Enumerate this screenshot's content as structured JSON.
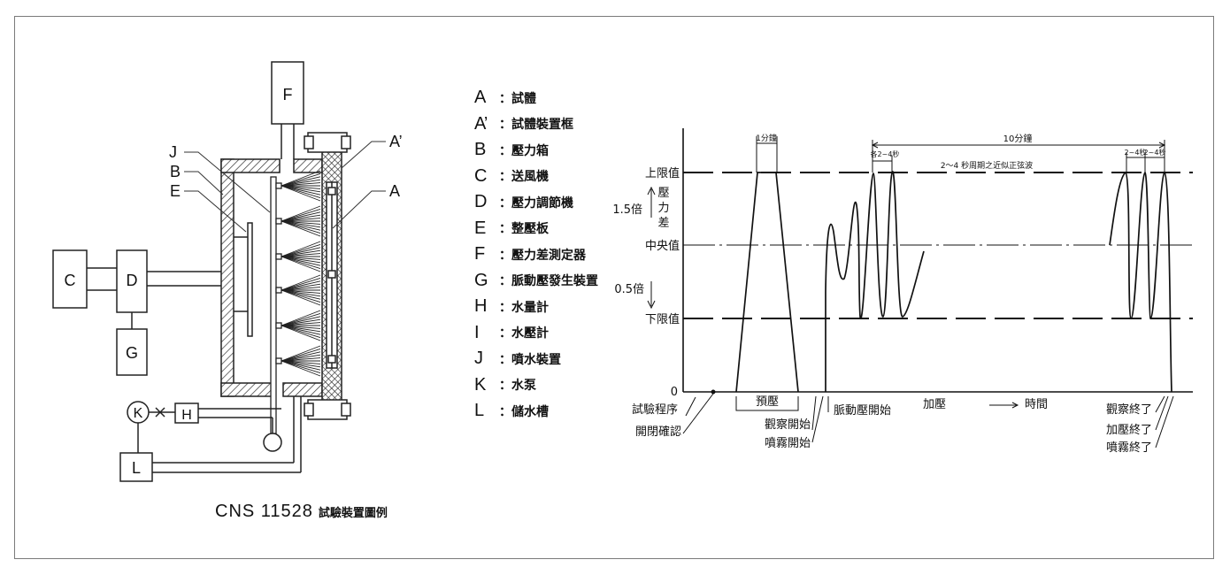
{
  "apparatus": {
    "labels": {
      "F": "F",
      "J": "J",
      "B": "B",
      "E": "E",
      "A_prime": "A’",
      "A": "A",
      "C": "C",
      "D": "D",
      "G": "G",
      "K": "K",
      "H": "H",
      "L": "L"
    },
    "caption_standard": "CNS 11528",
    "caption_title": "試驗裝置圖例"
  },
  "legend": [
    {
      "key": "A",
      "desc": "：試體"
    },
    {
      "key": "A’",
      "desc": "：試體裝置框"
    },
    {
      "key": "B",
      "desc": "：壓力箱"
    },
    {
      "key": "C",
      "desc": "：送風機"
    },
    {
      "key": "D",
      "desc": "：壓力調節機"
    },
    {
      "key": "E",
      "desc": "：整壓板"
    },
    {
      "key": "F",
      "desc": "：壓力差測定器"
    },
    {
      "key": "G",
      "desc": "：脈動壓發生裝置"
    },
    {
      "key": "H",
      "desc": "：水量計"
    },
    {
      "key": "I",
      "desc": "：水壓計"
    },
    {
      "key": "J",
      "desc": "：噴水裝置"
    },
    {
      "key": "K",
      "desc": "：水泵"
    },
    {
      "key": "L",
      "desc": "：儲水槽"
    }
  ],
  "timing": {
    "levels": {
      "upper": "上限值",
      "middle": "中央值",
      "lower": "下限值",
      "zero": "0"
    },
    "pressure_diff_label": [
      "壓",
      "力",
      "差"
    ],
    "factor_upper": "1.5倍",
    "factor_lower": "0.5倍",
    "one_minute": "1分鐘",
    "ten_minutes": "10分鐘",
    "each_period": "各2~4秒",
    "sine_note": "2～4 秒周期之近似正弦波",
    "end_period_1": "2~4秒",
    "end_period_2": "2~4秒",
    "pressurize": "加壓",
    "time": "時間",
    "steps": {
      "test_procedure": "試驗程序",
      "open_close_check": "開閉確認",
      "prepressure": "預壓",
      "observe_start": "觀察開始",
      "spray_start": "噴霧開始",
      "pulse_start": "脈動壓開始",
      "observe_end": "觀察終了",
      "pressurize_end": "加壓終了",
      "spray_end": "噴霧終了"
    }
  }
}
